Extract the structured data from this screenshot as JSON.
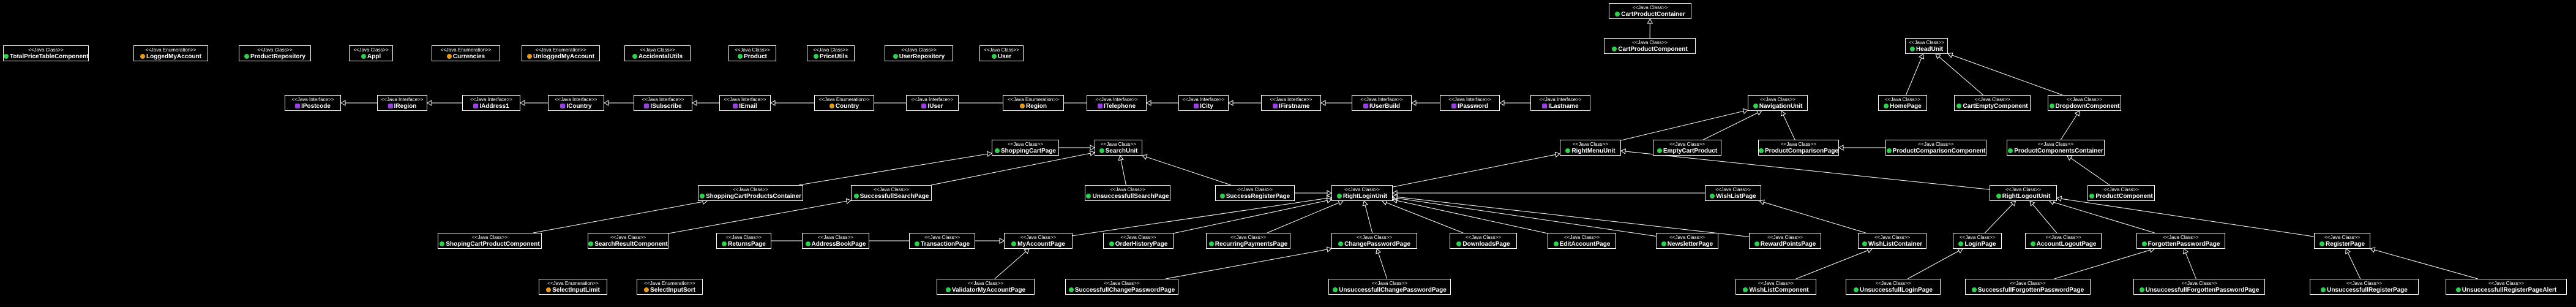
{
  "diagram": {
    "nodes": [
      {
        "id": "CartProductContainer",
        "kind": "class",
        "stereotype": "<<Java Class>>",
        "name": "CartProductContainer"
      },
      {
        "id": "CartProductComponent",
        "kind": "class",
        "stereotype": "<<Java Class>>",
        "name": "CartProductComponent"
      },
      {
        "id": "TotalPriceTableComponent",
        "kind": "class",
        "stereotype": "<<Java Class>>",
        "name": "TotalPriceTableComponent"
      },
      {
        "id": "LoggedMyAccount",
        "kind": "enum",
        "stereotype": "<<Java Enumeration>>",
        "name": "LoggedMyAccount"
      },
      {
        "id": "ProductRepository",
        "kind": "class",
        "stereotype": "<<Java Class>>",
        "name": "ProductRepository"
      },
      {
        "id": "Appl",
        "kind": "class",
        "stereotype": "<<Java Class>>",
        "name": "Appl"
      },
      {
        "id": "Currencies",
        "kind": "enum",
        "stereotype": "<<Java Enumeration>>",
        "name": "Currencies"
      },
      {
        "id": "UnloggedMyAccount",
        "kind": "enum",
        "stereotype": "<<Java Enumeration>>",
        "name": "UnloggedMyAccount"
      },
      {
        "id": "AccidentalUtils",
        "kind": "class",
        "stereotype": "<<Java Class>>",
        "name": "AccidentalUtils"
      },
      {
        "id": "Product",
        "kind": "class",
        "stereotype": "<<Java Class>>",
        "name": "Product"
      },
      {
        "id": "PriceUtils",
        "kind": "class",
        "stereotype": "<<Java Class>>",
        "name": "PriceUtils"
      },
      {
        "id": "UserRepository",
        "kind": "class",
        "stereotype": "<<Java Class>>",
        "name": "UserRepository"
      },
      {
        "id": "User",
        "kind": "class",
        "stereotype": "<<Java Class>>",
        "name": "User"
      },
      {
        "id": "HeadUnit",
        "kind": "class",
        "stereotype": "<<Java Class>>",
        "name": "HeadUnit"
      },
      {
        "id": "NavigationUnit",
        "kind": "class",
        "stereotype": "<<Java Class>>",
        "name": "NavigationUnit"
      },
      {
        "id": "IPostcode",
        "kind": "iface",
        "stereotype": "<<Java Interface>>",
        "name": "IPostcode"
      },
      {
        "id": "IRegion",
        "kind": "iface",
        "stereotype": "<<Java Interface>>",
        "name": "IRegion"
      },
      {
        "id": "IAddress1",
        "kind": "iface",
        "stereotype": "<<Java Interface>>",
        "name": "IAddress1"
      },
      {
        "id": "ICountry",
        "kind": "iface",
        "stereotype": "<<Java Interface>>",
        "name": "ICountry"
      },
      {
        "id": "ISubscribe",
        "kind": "iface",
        "stereotype": "<<Java Interface>>",
        "name": "ISubscribe"
      },
      {
        "id": "IEmail",
        "kind": "iface",
        "stereotype": "<<Java Interface>>",
        "name": "IEmail"
      },
      {
        "id": "Country",
        "kind": "enum",
        "stereotype": "<<Java Enumeration>>",
        "name": "Country"
      },
      {
        "id": "IUser",
        "kind": "iface",
        "stereotype": "<<Java Interface>>",
        "name": "IUser"
      },
      {
        "id": "Region",
        "kind": "enum",
        "stereotype": "<<Java Enumeration>>",
        "name": "Region"
      },
      {
        "id": "ITelephone",
        "kind": "iface",
        "stereotype": "<<Java Interface>>",
        "name": "ITelephone"
      },
      {
        "id": "ICity",
        "kind": "iface",
        "stereotype": "<<Java Interface>>",
        "name": "ICity"
      },
      {
        "id": "IFirstname",
        "kind": "iface",
        "stereotype": "<<Java Interface>>",
        "name": "IFirstname"
      },
      {
        "id": "IUserBuild",
        "kind": "iface",
        "stereotype": "<<Java Interface>>",
        "name": "IUserBuild"
      },
      {
        "id": "IPassword",
        "kind": "iface",
        "stereotype": "<<Java Interface>>",
        "name": "IPassword"
      },
      {
        "id": "ILastname",
        "kind": "iface",
        "stereotype": "<<Java Interface>>",
        "name": "ILastname"
      },
      {
        "id": "HomePage",
        "kind": "class",
        "stereotype": "<<Java Class>>",
        "name": "HomePage"
      },
      {
        "id": "CartEmptyComponent",
        "kind": "class",
        "stereotype": "<<Java Class>>",
        "name": "CartEmptyComponent"
      },
      {
        "id": "DropdownComponent",
        "kind": "class",
        "stereotype": "<<Java Class>>",
        "name": "DropdownComponent"
      },
      {
        "id": "ShoppingCartPage",
        "kind": "class",
        "stereotype": "<<Java Class>>",
        "name": "ShoppingCartPage"
      },
      {
        "id": "SearchUnit",
        "kind": "class",
        "stereotype": "<<Java Class>>",
        "name": "SearchUnit"
      },
      {
        "id": "RightMenuUnit",
        "kind": "class",
        "stereotype": "<<Java Class>>",
        "name": "RightMenuUnit"
      },
      {
        "id": "EmptyCartProduct",
        "kind": "class",
        "stereotype": "<<Java Class>>",
        "name": "EmptyCartProduct"
      },
      {
        "id": "ProductComparisonPage",
        "kind": "class",
        "stereotype": "<<Java Class>>",
        "name": "ProductComparisonPage"
      },
      {
        "id": "ProductComparisonComponent",
        "kind": "class",
        "stereotype": "<<Java Class>>",
        "name": "ProductComparisonComponent"
      },
      {
        "id": "ProductComponentsContainer",
        "kind": "class",
        "stereotype": "<<Java Class>>",
        "name": "ProductComponentsContainer"
      },
      {
        "id": "ShoppingCartProductsContainer",
        "kind": "class",
        "stereotype": "<<Java Class>>",
        "name": "ShoppingCartProductsContainer"
      },
      {
        "id": "SuccessfullSearchPage",
        "kind": "class",
        "stereotype": "<<Java Class>>",
        "name": "SuccessfullSearchPage"
      },
      {
        "id": "UnsuccessfullSearchPage",
        "kind": "class",
        "stereotype": "<<Java Class>>",
        "name": "UnsuccessfullSearchPage"
      },
      {
        "id": "SuccessRegisterPage",
        "kind": "class",
        "stereotype": "<<Java Class>>",
        "name": "SuccessRegisterPage"
      },
      {
        "id": "RightLoginUnit",
        "kind": "class",
        "stereotype": "<<Java Class>>",
        "name": "RightLoginUnit"
      },
      {
        "id": "WishListPage",
        "kind": "class",
        "stereotype": "<<Java Class>>",
        "name": "WishListPage"
      },
      {
        "id": "RightLogoutUnit",
        "kind": "class",
        "stereotype": "<<Java Class>>",
        "name": "RightLogoutUnit"
      },
      {
        "id": "ProductComponent",
        "kind": "class",
        "stereotype": "<<Java Class>>",
        "name": "ProductComponent"
      },
      {
        "id": "ShopingCartProductComponent",
        "kind": "class",
        "stereotype": "<<Java Class>>",
        "name": "ShopingCartProductComponent"
      },
      {
        "id": "SearchResultComponent",
        "kind": "class",
        "stereotype": "<<Java Class>>",
        "name": "SearchResultComponent"
      },
      {
        "id": "ReturnsPage",
        "kind": "class",
        "stereotype": "<<Java Class>>",
        "name": "ReturnsPage"
      },
      {
        "id": "AddressBookPage",
        "kind": "class",
        "stereotype": "<<Java Class>>",
        "name": "AddressBookPage"
      },
      {
        "id": "TransactionPage",
        "kind": "class",
        "stereotype": "<<Java Class>>",
        "name": "TransactionPage"
      },
      {
        "id": "MyAccountPage",
        "kind": "class",
        "stereotype": "<<Java Class>>",
        "name": "MyAccountPage"
      },
      {
        "id": "OrderHistoryPage",
        "kind": "class",
        "stereotype": "<<Java Class>>",
        "name": "OrderHistoryPage"
      },
      {
        "id": "RecurringPaymentsPage",
        "kind": "class",
        "stereotype": "<<Java Class>>",
        "name": "RecurringPaymentsPage"
      },
      {
        "id": "ChangePasswordPage",
        "kind": "class",
        "stereotype": "<<Java Class>>",
        "name": "ChangePasswordPage"
      },
      {
        "id": "DownloadsPage",
        "kind": "class",
        "stereotype": "<<Java Class>>",
        "name": "DownloadsPage"
      },
      {
        "id": "EditAccountPage",
        "kind": "class",
        "stereotype": "<<Java Class>>",
        "name": "EditAccountPage"
      },
      {
        "id": "NewsletterPage",
        "kind": "class",
        "stereotype": "<<Java Class>>",
        "name": "NewsletterPage"
      },
      {
        "id": "RewardPointsPage",
        "kind": "class",
        "stereotype": "<<Java Class>>",
        "name": "RewardPointsPage"
      },
      {
        "id": "WishListContainer",
        "kind": "class",
        "stereotype": "<<Java Class>>",
        "name": "WishListContainer"
      },
      {
        "id": "LoginPage",
        "kind": "class",
        "stereotype": "<<Java Class>>",
        "name": "LoginPage"
      },
      {
        "id": "AccountLogoutPage",
        "kind": "class",
        "stereotype": "<<Java Class>>",
        "name": "AccountLogoutPage"
      },
      {
        "id": "ForgottenPasswordPage",
        "kind": "class",
        "stereotype": "<<Java Class>>",
        "name": "ForgottenPasswordPage"
      },
      {
        "id": "RegisterPage",
        "kind": "class",
        "stereotype": "<<Java Class>>",
        "name": "RegisterPage"
      },
      {
        "id": "SelectInputLimit",
        "kind": "enum",
        "stereotype": "<<Java Enumeration>>",
        "name": "SelectInputLimit"
      },
      {
        "id": "SelectInputSort",
        "kind": "enum",
        "stereotype": "<<Java Enumeration>>",
        "name": "SelectInputSort"
      },
      {
        "id": "ValidatorMyAccountPage",
        "kind": "class",
        "stereotype": "<<Java Class>>",
        "name": "ValidatorMyAccountPage"
      },
      {
        "id": "SuccessfullChangePasswordPage",
        "kind": "class",
        "stereotype": "<<Java Class>>",
        "name": "SuccessfullChangePasswordPage"
      },
      {
        "id": "UnsuccessfullChangePasswordPage",
        "kind": "class",
        "stereotype": "<<Java Class>>",
        "name": "UnsuccessfullChangePasswordPage"
      },
      {
        "id": "WishListComponent",
        "kind": "class",
        "stereotype": "<<Java Class>>",
        "name": "WishListComponent"
      },
      {
        "id": "UnsuccessfullLoginPage",
        "kind": "class",
        "stereotype": "<<Java Class>>",
        "name": "UnsuccessfullLoginPage"
      },
      {
        "id": "SuccessfullForgottenPasswordPage",
        "kind": "class",
        "stereotype": "<<Java Class>>",
        "name": "SuccessfullForgottenPasswordPage"
      },
      {
        "id": "UnsuccessfullForgottenPasswordPage",
        "kind": "class",
        "stereotype": "<<Java Class>>",
        "name": "UnsuccessfullForgottenPasswordPage"
      },
      {
        "id": "UnsuccessfullRegisterPage",
        "kind": "class",
        "stereotype": "<<Java Class>>",
        "name": "UnsuccessfullRegisterPage"
      },
      {
        "id": "UnsuccessfullRegisterPageAlert",
        "kind": "class",
        "stereotype": "<<Java Class>>",
        "name": "UnsuccessfullRegisterPageAlert"
      }
    ],
    "edges": [
      {
        "from": "CartProductComponent",
        "to": "CartProductContainer"
      },
      {
        "from": "IRegion",
        "to": "IPostcode"
      },
      {
        "from": "IAddress1",
        "to": "IRegion"
      },
      {
        "from": "ICountry",
        "to": "IAddress1"
      },
      {
        "from": "ISubscribe",
        "to": "ICountry"
      },
      {
        "from": "IEmail",
        "to": "ISubscribe"
      },
      {
        "from": "ITelephone",
        "to": "IEmail"
      },
      {
        "from": "ICity",
        "to": "ITelephone"
      },
      {
        "from": "IFirstname",
        "to": "ICity"
      },
      {
        "from": "IUserBuild",
        "to": "IFirstname"
      },
      {
        "from": "IPassword",
        "to": "IUserBuild"
      },
      {
        "from": "ILastname",
        "to": "IPassword"
      },
      {
        "from": "HomePage",
        "to": "HeadUnit"
      },
      {
        "from": "CartEmptyComponent",
        "to": "HeadUnit"
      },
      {
        "from": "DropdownComponent",
        "to": "HeadUnit"
      },
      {
        "from": "ProductComparisonPage",
        "to": "NavigationUnit"
      },
      {
        "from": "EmptyCartProduct",
        "to": "NavigationUnit"
      },
      {
        "from": "RightMenuUnit",
        "to": "NavigationUnit"
      },
      {
        "from": "ShoppingCartPage",
        "to": "SearchUnit"
      },
      {
        "from": "SuccessRegisterPage",
        "to": "SearchUnit"
      },
      {
        "from": "UnsuccessfullSearchPage",
        "to": "SearchUnit"
      },
      {
        "from": "ShoppingCartProductsContainer",
        "to": "ShoppingCartPage"
      },
      {
        "from": "SuccessfullSearchPage",
        "to": "SearchUnit"
      },
      {
        "from": "RightLoginUnit",
        "to": "RightMenuUnit"
      },
      {
        "from": "SuccessRegisterPage",
        "to": "RightLoginUnit"
      },
      {
        "from": "ProductComponent",
        "to": "ProductComponentsContainer"
      },
      {
        "from": "ProductComponentsContainer",
        "to": "DropdownComponent"
      },
      {
        "from": "ProductComparisonComponent",
        "to": "ProductComparisonPage"
      },
      {
        "from": "WishListPage",
        "to": "RightLoginUnit"
      },
      {
        "from": "RightLogoutUnit",
        "to": "RightMenuUnit"
      },
      {
        "from": "ShopingCartProductComponent",
        "to": "ShoppingCartProductsContainer"
      },
      {
        "from": "SearchResultComponent",
        "to": "SuccessfullSearchPage"
      },
      {
        "from": "MyAccountPage",
        "to": "RightLoginUnit"
      },
      {
        "from": "ReturnsPage",
        "to": "MyAccountPage"
      },
      {
        "from": "AddressBookPage",
        "to": "MyAccountPage"
      },
      {
        "from": "TransactionPage",
        "to": "MyAccountPage"
      },
      {
        "from": "OrderHistoryPage",
        "to": "RightLoginUnit"
      },
      {
        "from": "RecurringPaymentsPage",
        "to": "RightLoginUnit"
      },
      {
        "from": "ChangePasswordPage",
        "to": "RightLoginUnit"
      },
      {
        "from": "DownloadsPage",
        "to": "RightLoginUnit"
      },
      {
        "from": "EditAccountPage",
        "to": "RightLoginUnit"
      },
      {
        "from": "NewsletterPage",
        "to": "RightLoginUnit"
      },
      {
        "from": "RewardPointsPage",
        "to": "RightLoginUnit"
      },
      {
        "from": "WishListContainer",
        "to": "WishListPage"
      },
      {
        "from": "LoginPage",
        "to": "RightLogoutUnit"
      },
      {
        "from": "AccountLogoutPage",
        "to": "RightLogoutUnit"
      },
      {
        "from": "ForgottenPasswordPage",
        "to": "RightLogoutUnit"
      },
      {
        "from": "RegisterPage",
        "to": "RightLogoutUnit"
      },
      {
        "from": "ValidatorMyAccountPage",
        "to": "MyAccountPage"
      },
      {
        "from": "SuccessfullChangePasswordPage",
        "to": "ChangePasswordPage"
      },
      {
        "from": "UnsuccessfullChangePasswordPage",
        "to": "ChangePasswordPage"
      },
      {
        "from": "WishListComponent",
        "to": "WishListContainer"
      },
      {
        "from": "UnsuccessfullLoginPage",
        "to": "LoginPage"
      },
      {
        "from": "SuccessfullForgottenPasswordPage",
        "to": "ForgottenPasswordPage"
      },
      {
        "from": "UnsuccessfullForgottenPasswordPage",
        "to": "ForgottenPasswordPage"
      },
      {
        "from": "UnsuccessfullRegisterPage",
        "to": "RegisterPage"
      },
      {
        "from": "UnsuccessfullRegisterPageAlert",
        "to": "RegisterPage"
      }
    ]
  }
}
